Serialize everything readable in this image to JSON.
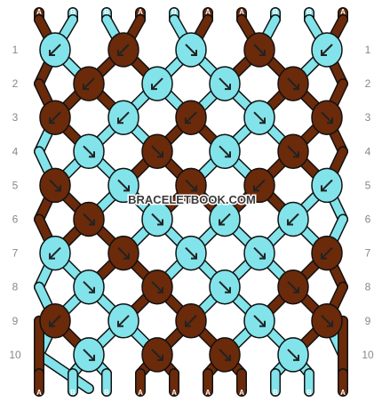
{
  "colors": {
    "A": "#6b2a0a",
    "B": "#82e4ea",
    "outline": "#222222",
    "arrow": "#222222"
  },
  "strands_top": [
    "A",
    "B",
    "B",
    "A",
    "B",
    "A",
    "A",
    "B",
    "B",
    "A"
  ],
  "strands_bottom": [
    "A",
    "B",
    "B",
    "A",
    "A",
    "A",
    "A",
    "B",
    "B",
    "A"
  ],
  "rows_left": [
    "1",
    "2",
    "3",
    "4",
    "5",
    "6",
    "7",
    "8",
    "9",
    "10"
  ],
  "rows_right": [
    "1",
    "2",
    "3",
    "4",
    "5",
    "6",
    "7",
    "8",
    "9",
    "10"
  ],
  "watermark": "BRACELETBOOK.COM",
  "knots": [
    [
      "B",
      "A",
      "B",
      "A",
      "B"
    ],
    [
      "A",
      "B",
      "B",
      "A"
    ],
    [
      "A",
      "B",
      "A",
      "B",
      "A"
    ],
    [
      "B",
      "A",
      "B",
      "A"
    ],
    [
      "A",
      "B",
      "A",
      "A",
      "B"
    ],
    [
      "A",
      "B",
      "B",
      "B"
    ],
    [
      "B",
      "A",
      "B",
      "B",
      "A"
    ],
    [
      "B",
      "A",
      "B",
      "A"
    ],
    [
      "A",
      "B",
      "A",
      "B",
      "A"
    ],
    [
      "B",
      "A",
      "A",
      "B"
    ]
  ],
  "arrows": [
    [
      "bl",
      "bl",
      "br",
      "br",
      "bl"
    ],
    [
      "bl",
      "bl",
      "br",
      "br"
    ],
    [
      "bl",
      "bl",
      "bl",
      "br",
      "br"
    ],
    [
      "br",
      "br",
      "br",
      "br"
    ],
    [
      "br",
      "br",
      "br",
      "bl",
      "bl"
    ],
    [
      "br",
      "br",
      "bl",
      "bl"
    ],
    [
      "bl",
      "br",
      "br",
      "br",
      "bl"
    ],
    [
      "br",
      "br",
      "br",
      "br"
    ],
    [
      "bl",
      "bl",
      "bl",
      "br",
      "br"
    ],
    [
      "br",
      "br",
      "br",
      "br"
    ]
  ]
}
